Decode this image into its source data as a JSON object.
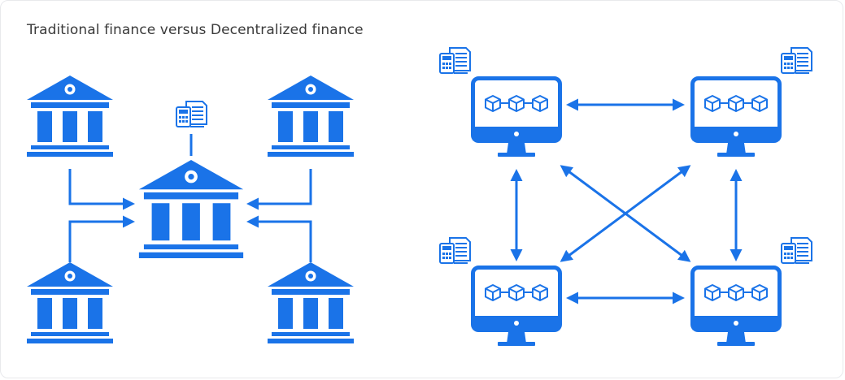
{
  "title": "Traditional finance versus Decentralized finance",
  "colors": {
    "primary": "#1a73e8",
    "frame_border": "#e8e9ec",
    "title_text": "#3a3a3a"
  },
  "left_diagram": {
    "central_node": {
      "icon": "bank-icon",
      "badge": "ledger-icon"
    },
    "peripheral_nodes": [
      {
        "icon": "bank-icon"
      },
      {
        "icon": "bank-icon"
      },
      {
        "icon": "bank-icon"
      },
      {
        "icon": "bank-icon"
      }
    ],
    "connections": "each peripheral bank connects to the central bank"
  },
  "right_diagram": {
    "nodes": [
      {
        "icon": "computer-blockchain-icon",
        "badge": "ledger-icon"
      },
      {
        "icon": "computer-blockchain-icon",
        "badge": "ledger-icon"
      },
      {
        "icon": "computer-blockchain-icon",
        "badge": "ledger-icon"
      },
      {
        "icon": "computer-blockchain-icon",
        "badge": "ledger-icon"
      }
    ],
    "connections": "every node connects to every other node with bidirectional arrows"
  }
}
